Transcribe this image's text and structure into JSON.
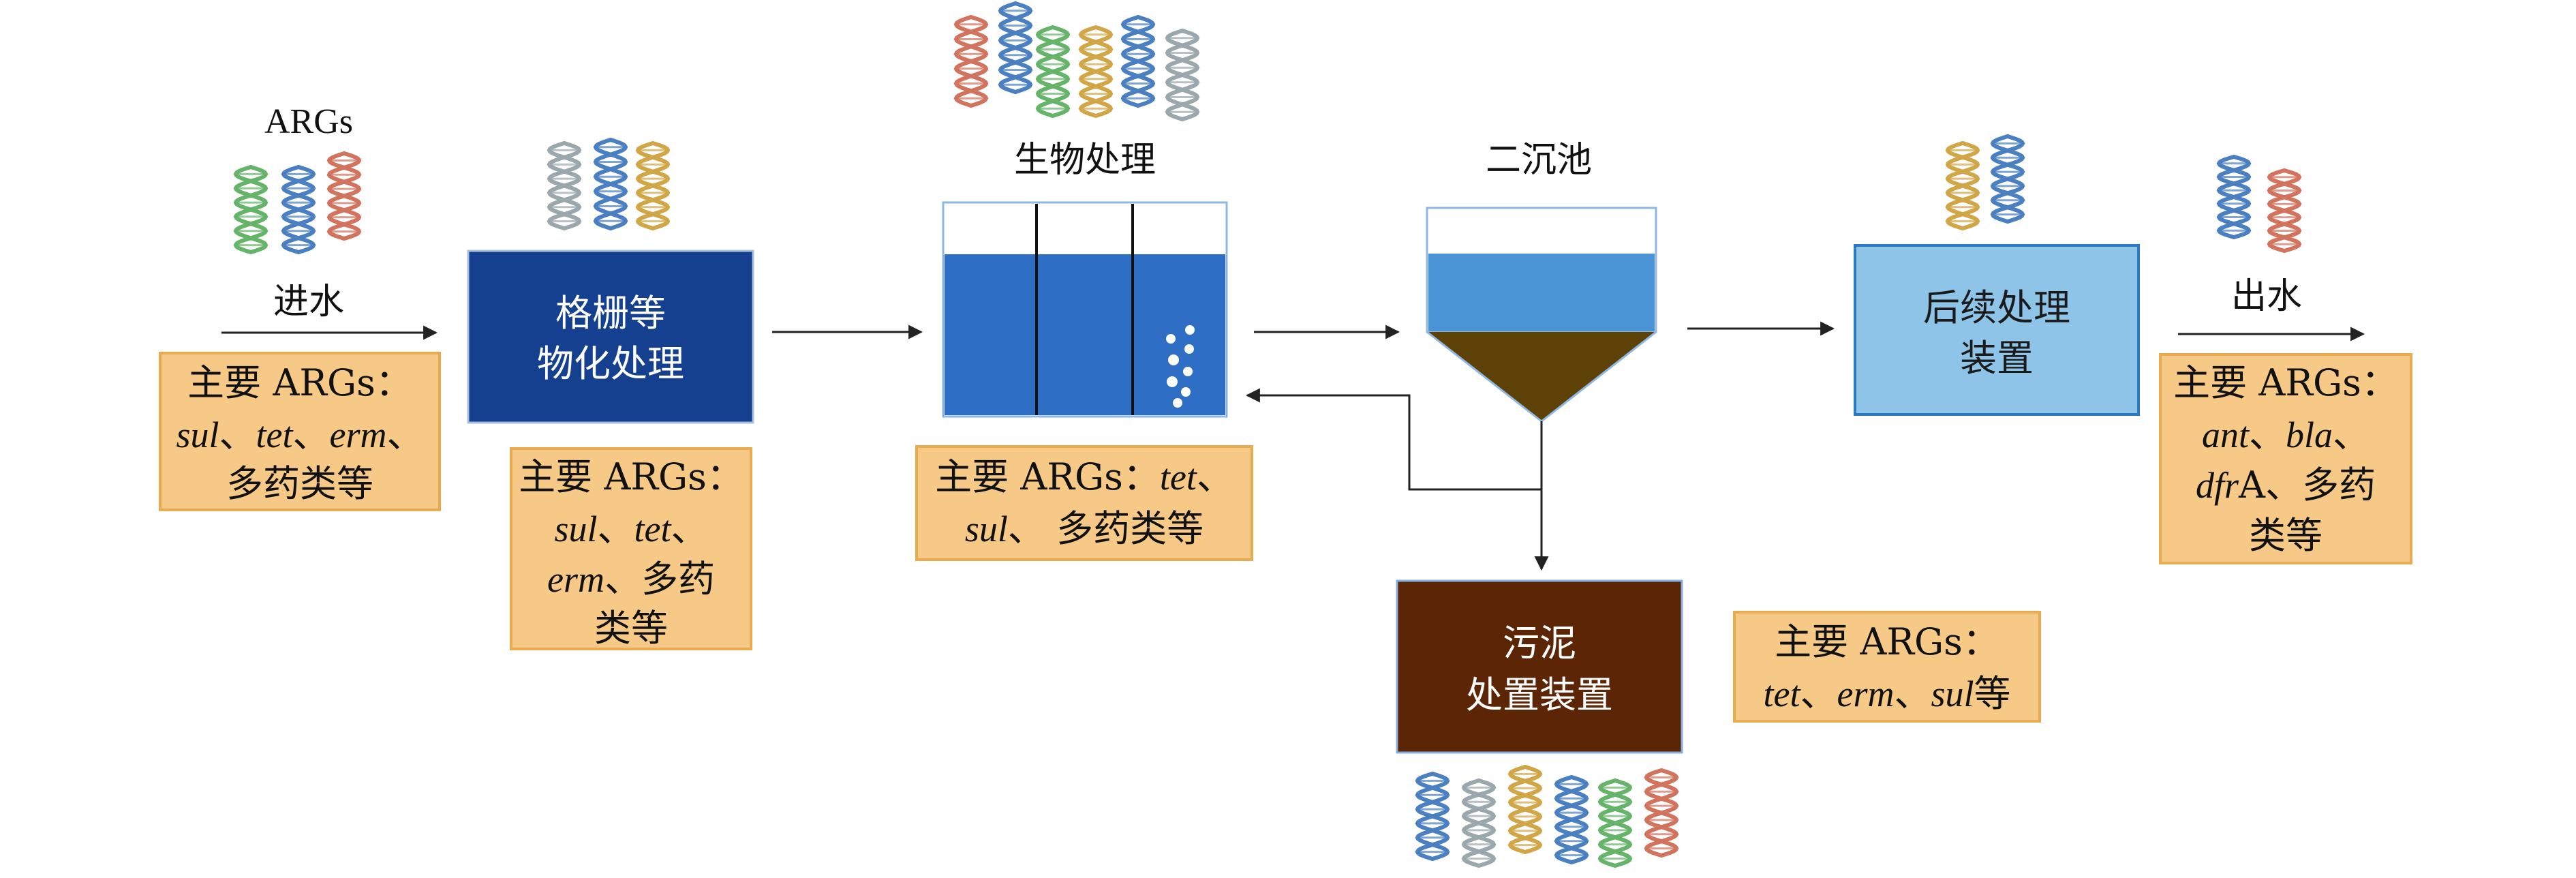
{
  "labels": {
    "args": "ARGs",
    "inflow": "进水",
    "outflow": "出水",
    "bio_treatment": "生物处理",
    "secondary_clarifier": "二沉池"
  },
  "boxes": {
    "grating": {
      "line1": "格栅等",
      "line2": "物化处理",
      "color": "#14408f"
    },
    "post_treatment": {
      "line1": "后续处理",
      "line2": "装置",
      "color": "#8ec4e8"
    },
    "sludge": {
      "line1": "污泥",
      "line2": "处置装置",
      "color": "#5b2506"
    }
  },
  "notes": {
    "influent": {
      "head": "主要 ARGs：",
      "i1": "sul",
      "s1": "、",
      "i2": "tet",
      "s2": "、",
      "i3": "erm",
      "s3": "、",
      "tail": "多药类等"
    },
    "grating": {
      "head": "主要 ARGs：",
      "i1": "sul",
      "s1": "、",
      "i2": "tet",
      "s2": "、",
      "i3": "erm",
      "s3": "、多药",
      "tail": "类等"
    },
    "bio": {
      "head": "主要 ARGs：",
      "i1": "tet",
      "s1": "、",
      "i2": "sul",
      "s2": "、 多药类等"
    },
    "effluent": {
      "head": "主要 ARGs：",
      "i1": "ant",
      "s1": "、",
      "i2": "bla",
      "s2": "、",
      "i3": "dfr",
      "s3": "A、多药",
      "tail": "类等"
    },
    "sludge": {
      "head": "主要 ARGs：",
      "i1": "tet",
      "s1": "、",
      "i2": "erm",
      "s2": "、",
      "i3": "sul",
      "s3": "等"
    }
  },
  "colors": {
    "note_fill": "#f6c987",
    "note_border": "#e9ab4f",
    "tank_blue": "#2e6fc5",
    "clarifier_blue": "#4a94d6",
    "sludge_brown": "#5e4107",
    "dna_green": "#66b36a",
    "dna_blue": "#4a7fc1",
    "dna_red": "#d2735e",
    "dna_gray": "#9aa7ad",
    "dna_gold": "#d1a646"
  },
  "icons": {
    "dna": "dna-helix-icon",
    "bubbles": "aeration-bubbles-icon"
  }
}
